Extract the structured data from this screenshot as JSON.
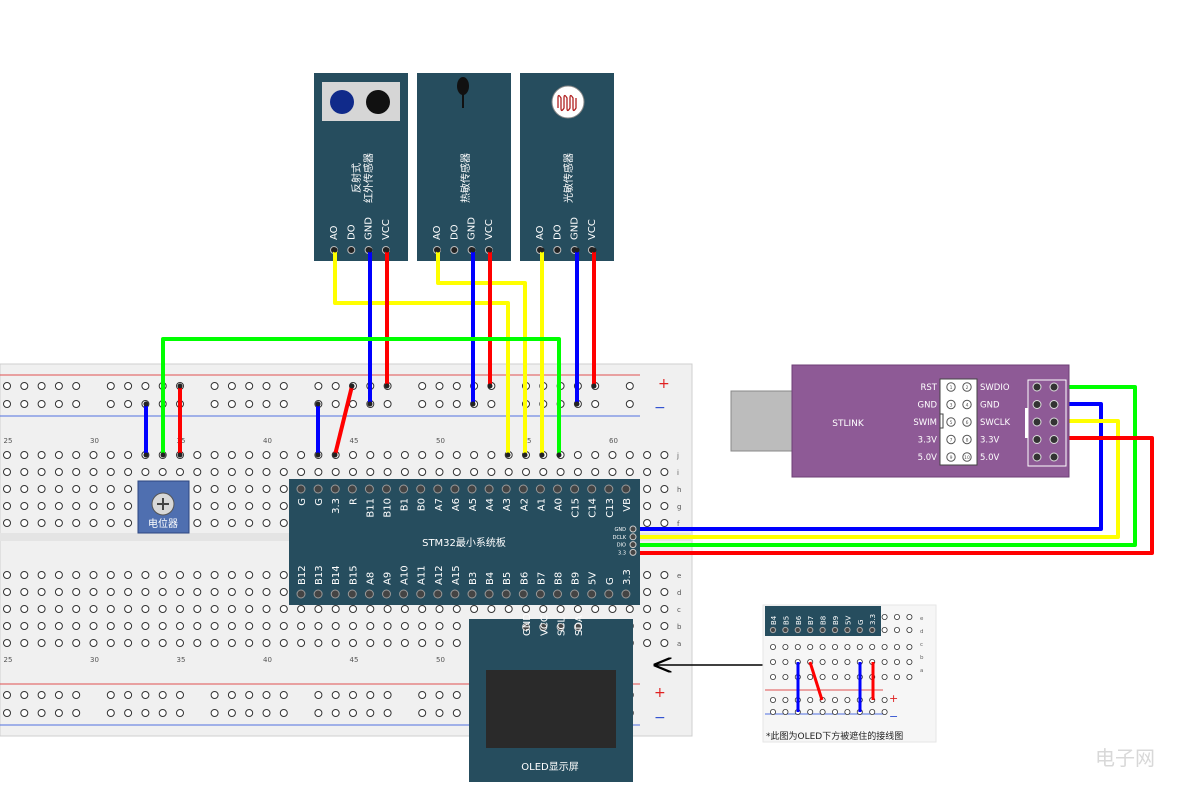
{
  "sensors": [
    {
      "name": "反射式\n红外传感器",
      "pins": [
        "AO",
        "DO",
        "GND",
        "VCC"
      ],
      "icon": "ir-emitter-receiver-icon"
    },
    {
      "name": "热敏传感器",
      "pins": [
        "AO",
        "DO",
        "GND",
        "VCC"
      ],
      "icon": "thermistor-icon"
    },
    {
      "name": "光敏传感器",
      "pins": [
        "AO",
        "DO",
        "GND",
        "VCC"
      ],
      "icon": "photoresistor-icon"
    }
  ],
  "stm32": {
    "title": "STM32最小系统板",
    "top_pins": [
      "G",
      "G",
      "3.3",
      "R",
      "B11",
      "B10",
      "B1",
      "B0",
      "A7",
      "A6",
      "A5",
      "A4",
      "A3",
      "A2",
      "A1",
      "A0",
      "C15",
      "C14",
      "C13",
      "VB"
    ],
    "bottom_pins": [
      "B12",
      "B13",
      "B14",
      "B15",
      "A8",
      "A9",
      "A10",
      "A11",
      "A12",
      "A15",
      "B3",
      "B4",
      "B5",
      "B6",
      "B7",
      "B8",
      "B9",
      "5V",
      "G",
      "3.3"
    ],
    "swd_pins": [
      "GND",
      "DCLK",
      "DIO",
      "3.3"
    ]
  },
  "potentiometer": {
    "label": "电位器"
  },
  "stlink": {
    "title": "STLINK",
    "left_labels": [
      "RST",
      "GND",
      "SWIM",
      "3.3V",
      "5.0V"
    ],
    "right_labels": [
      "SWDIO",
      "GND",
      "SWCLK",
      "3.3V",
      "5.0V"
    ],
    "pin_numbers": [
      "1",
      "2",
      "3",
      "4",
      "5",
      "6",
      "7",
      "8",
      "9",
      "10"
    ]
  },
  "oled": {
    "label": "OLED显示屏",
    "pins": [
      "GND",
      "VCC",
      "SCL",
      "SDA"
    ]
  },
  "breadboard": {
    "column_numbers": [
      "25",
      "30",
      "35",
      "40",
      "45",
      "50",
      "55",
      "60"
    ],
    "row_letters_top": [
      "j",
      "i",
      "h",
      "g",
      "f"
    ],
    "row_letters_bottom": [
      "e",
      "d",
      "c",
      "b",
      "a"
    ],
    "rail_plus": "+",
    "rail_minus": "−"
  },
  "inset": {
    "pins": [
      "B4",
      "B5",
      "B6",
      "B7",
      "B8",
      "B9",
      "5V",
      "G",
      "3.3"
    ],
    "caption": "*此图为OLED下方被遮住的接线图",
    "row_letters": [
      "e",
      "d",
      "c",
      "b",
      "a"
    ],
    "rail_plus": "+",
    "rail_minus": "−"
  },
  "watermark": "电子网",
  "colors": {
    "red": "#ff0000",
    "blue": "#0000ff",
    "yellow": "#ffff00",
    "green": "#00ff00",
    "board": "#264d5e",
    "stlink": "#8e5a96"
  }
}
